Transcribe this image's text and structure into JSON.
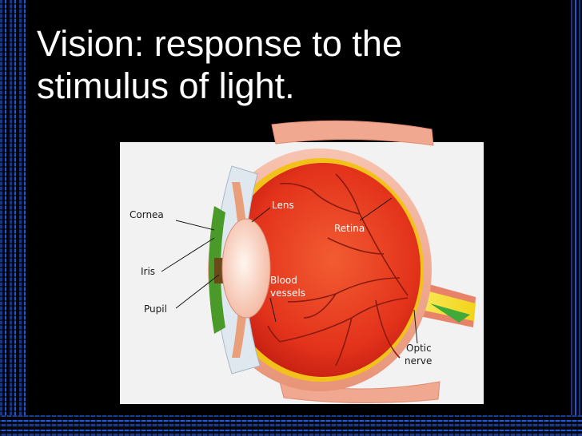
{
  "slide": {
    "title_line1": "Vision: response to the",
    "title_line2": "stimulus of light."
  },
  "diagram": {
    "labels": {
      "cornea": "Cornea",
      "iris": "Iris",
      "pupil": "Pupil",
      "lens": "Lens",
      "retina": "Retina",
      "blood_vessels_line1": "Blood",
      "blood_vessels_line2": "vessels",
      "optic_nerve_line1": "Optic",
      "optic_nerve_line2": "nerve"
    }
  },
  "colors": {
    "background": "#000000",
    "title": "#ffffff",
    "eye_interior": "#e8321e",
    "sclera_outer": "#f0a88c",
    "iris": "#4a9a2a",
    "optic_nerve": "#f5e82a",
    "label_card": "#f2f2f2"
  }
}
